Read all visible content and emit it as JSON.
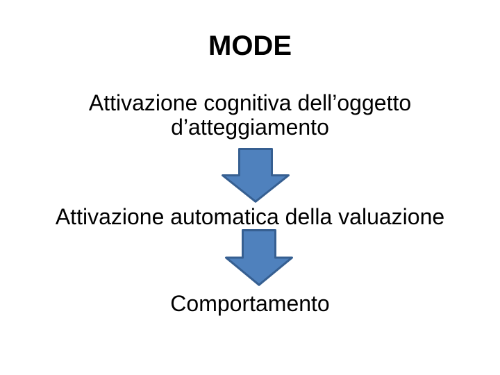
{
  "slide": {
    "title": "MODE",
    "steps": [
      {
        "lines": [
          "Attivazione cognitiva dell’oggetto",
          "d’atteggiamento"
        ]
      },
      {
        "lines": [
          "Attivazione automatica della valuazione"
        ]
      },
      {
        "lines": [
          "Comportamento"
        ]
      }
    ],
    "arrow": {
      "direction": "down",
      "fill_color": "#4F81BD",
      "border_color": "#365F91"
    },
    "background_color": "#FFFFFF",
    "text_color": "#000000"
  }
}
